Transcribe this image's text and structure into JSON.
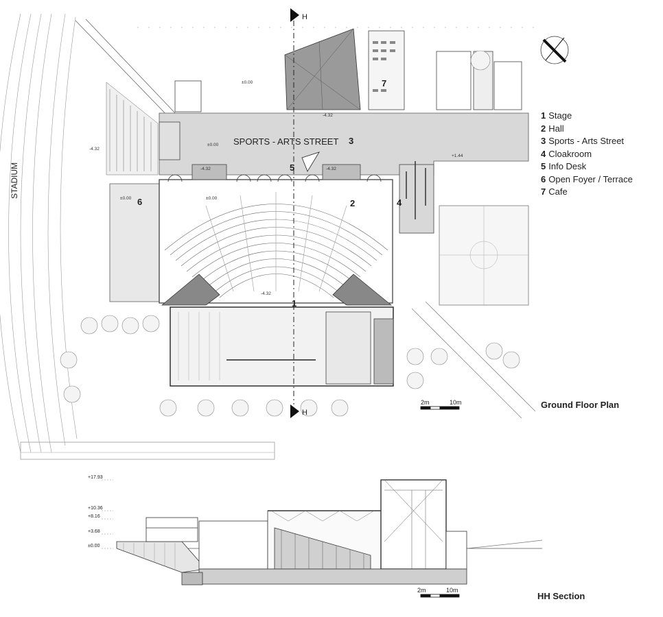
{
  "plan": {
    "street_label": "SPORTS - ARTS STREET",
    "stadium_label": "STADIUM",
    "section_marker_top": "H",
    "section_marker_bottom": "H",
    "room_numbers": [
      "1",
      "2",
      "3",
      "4",
      "5",
      "6",
      "7"
    ],
    "levels": [
      "±0.00",
      "-4.32",
      "±0.00",
      "-4.32",
      "-4.32",
      "±0.00",
      "±0.00",
      "+1.44",
      "-4.32",
      "-4.32"
    ],
    "scale": {
      "small": "2m",
      "large": "10m"
    },
    "caption": "Ground Floor Plan"
  },
  "legend": [
    {
      "num": "1",
      "label": "Stage"
    },
    {
      "num": "2",
      "label": "Hall"
    },
    {
      "num": "3",
      "label": "Sports - Arts Street"
    },
    {
      "num": "4",
      "label": "Cloakroom"
    },
    {
      "num": "5",
      "label": "Info Desk"
    },
    {
      "num": "6",
      "label": "Open Foyer / Terrace"
    },
    {
      "num": "7",
      "label": "Cafe"
    }
  ],
  "section": {
    "elevations": [
      "+17.93",
      "+10.36",
      "+8.16",
      "+3.68",
      "±0.00"
    ],
    "scale": {
      "small": "2m",
      "large": "10m"
    },
    "caption": "HH Section"
  },
  "colors": {
    "line": "#333333",
    "fill_grey": "#d6d6d6",
    "light_grey": "#ececec",
    "dark": "#111111"
  }
}
